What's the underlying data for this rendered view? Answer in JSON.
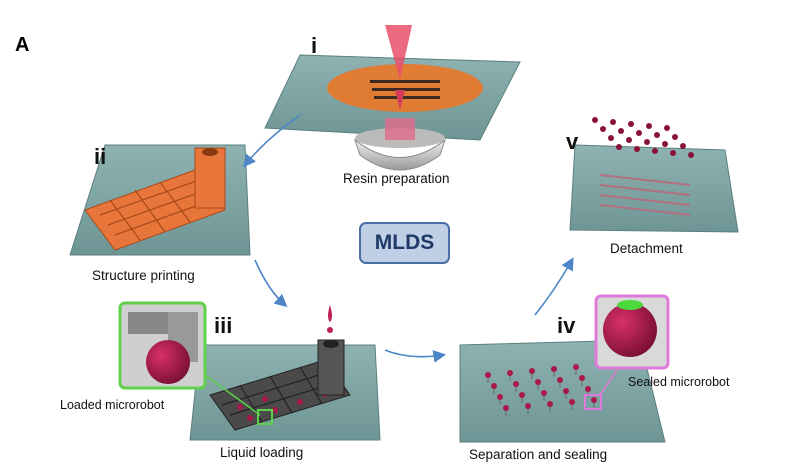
{
  "panel_letter": "A",
  "center_label": "MLDS",
  "steps": [
    {
      "numeral": "i",
      "caption": "Resin preparation"
    },
    {
      "numeral": "ii",
      "caption": "Structure printing"
    },
    {
      "numeral": "iii",
      "caption": "Liquid loading"
    },
    {
      "numeral": "iv",
      "caption": "Separation and sealing"
    },
    {
      "numeral": "v",
      "caption": "Detachment"
    }
  ],
  "insets": {
    "loaded": "Loaded microrobot",
    "sealed": "Sealed microrobot"
  },
  "colors": {
    "plate": "#7fa3a3",
    "resin": "#e8772a",
    "structure": "#e8763a",
    "dark_structure": "#4a4a4a",
    "droplet": "#a8194a",
    "seal": "#4cd93c",
    "arrow": "#4d86c6",
    "inset_green": "#5fd14a",
    "inset_pink": "#e07ad8"
  }
}
